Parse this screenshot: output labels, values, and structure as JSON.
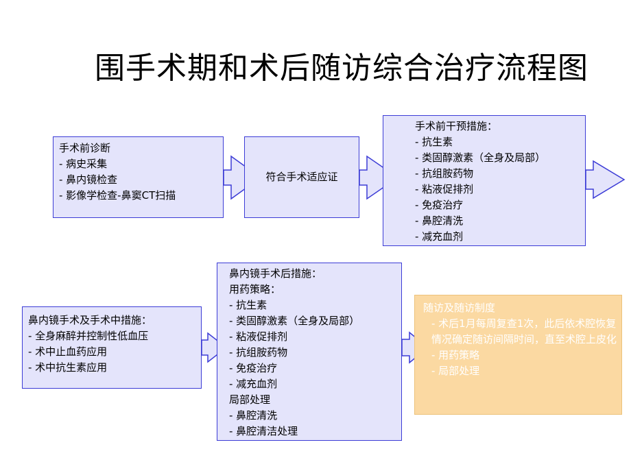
{
  "title": "围手术期和术后随访综合治疗流程图",
  "colors": {
    "box_fill": "#e4e4fb",
    "box_border": "#3b3bd6",
    "followup_fill": "#fbd9a2",
    "followup_text": "#ffffff"
  },
  "boxes": {
    "preop_diagnosis": {
      "lines": [
        "手术前诊断",
        "- 病史采集",
        "- 鼻内镜检查",
        "- 影像学检查-鼻窦CT扫描"
      ]
    },
    "indication": {
      "text": "符合手术适应证"
    },
    "preop_intervention": {
      "lines": [
        "手术前干预措施：",
        "- 抗生素",
        "- 类固醇激素（全身及局部）",
        "- 抗组胺药物",
        "- 粘液促排剂",
        "- 免疫治疗",
        "- 鼻腔清洗",
        "- 减充血剂"
      ]
    },
    "intraop": {
      "lines": [
        "鼻内镜手术及手术中措施：",
        "- 全身麻醉并控制性低血压",
        "- 术中止血药应用",
        "- 术中抗生素应用"
      ]
    },
    "postop": {
      "lines": [
        "鼻内镜手术后措施：",
        "用药策略：",
        "- 抗生素",
        "- 类固醇激素（全身及局部）",
        "- 粘液促排剂",
        "- 抗组胺药物",
        "- 免疫治疗",
        "- 减充血剂",
        "局部处理",
        "- 鼻腔清洗",
        "- 鼻腔清洁处理"
      ]
    },
    "followup": {
      "heading": "随访及随访制度",
      "item1": "- 术后1月每周复查1次，此后依术腔恢复情况确定随访间隔时间，直至术腔上皮化",
      "item2": "- 用药策略",
      "item3": "- 局部处理"
    }
  }
}
